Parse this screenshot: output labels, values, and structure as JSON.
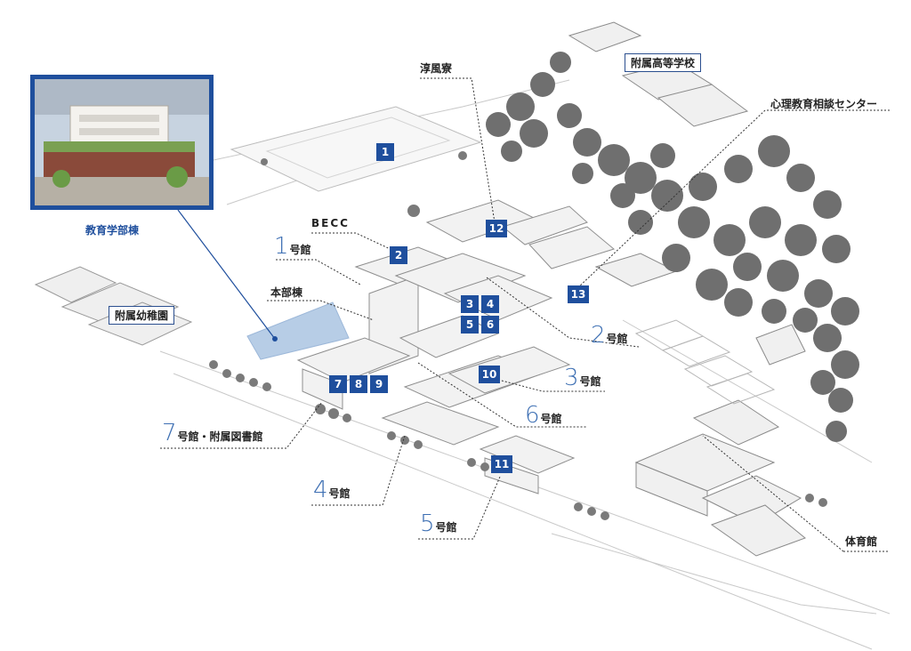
{
  "photo": {
    "caption": "教育学部棟"
  },
  "labels": {
    "jumpu": "淳風寮",
    "fuzoku_koko": "附属高等学校",
    "shinri": "心理教育相談センター",
    "becc": "BECC",
    "b1_num": "1",
    "b1_text": "号館",
    "honbu": "本部棟",
    "fuzoku_yochien": "附属幼稚園",
    "b2_num": "2",
    "b2_text": "号館",
    "b3_num": "3",
    "b3_text": "号館",
    "b6_num": "6",
    "b6_text": "号館",
    "b7_num": "7",
    "b7_text": "号館・附属図書館",
    "b4_num": "4",
    "b4_text": "号館",
    "b5_num": "5",
    "b5_text": "号館",
    "taiikukan": "体育館"
  },
  "markers": {
    "m1": "1",
    "m2": "2",
    "m3": "3",
    "m4": "4",
    "m5": "5",
    "m6": "6",
    "m7": "7",
    "m8": "8",
    "m9": "9",
    "m10": "10",
    "m11": "11",
    "m12": "12",
    "m13": "13"
  },
  "colors": {
    "marker": "#1f4f9d",
    "accent_number": "#3d6fb3",
    "highlight_area": "#b7cde6"
  }
}
